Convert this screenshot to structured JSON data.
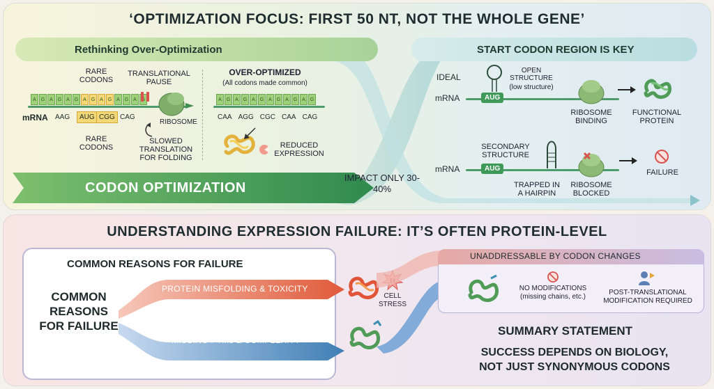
{
  "main_title": "‘OPTIMIZATION FOCUS: FIRST 50 NT, NOT THE WHOLE GENE’",
  "left": {
    "banner": "Rethinking Over-Optimization",
    "rare_codons_top": "RARE CODONS",
    "translational_pause": "TRANSLATIONAL PAUSE",
    "codon_letters": [
      "A",
      "G",
      "A",
      "G",
      "A",
      "G",
      "A",
      "G",
      "A",
      "G",
      "A",
      "G",
      "A",
      "G"
    ],
    "mrna_label": "mRNA",
    "codons": [
      "AAG",
      "AUG",
      "CGG",
      "CAG"
    ],
    "ribosome": "RIBOSOME",
    "rare_codons_bottom": "RARE CODONS",
    "slowed": "SLOWED TRANSLATION FOR FOLDING",
    "over_title": "OVER-OPTIMIZED",
    "over_sub": "(All codons made common)",
    "over_codons": [
      "CAA",
      "AGG",
      "CGC",
      "CAA",
      "CAG"
    ],
    "reduced": "REDUCED EXPRESSION",
    "codon_opt": "CODON OPTIMIZATION",
    "impact": "IMPACT ONLY 30-40%"
  },
  "right": {
    "banner": "START CODON REGION IS KEY",
    "ideal": "IDEAL",
    "open_structure": "OPEN STRUCTURE",
    "low_structure": "(low structure)",
    "mrna": "mRNA",
    "aug": "AUG",
    "ribosome_binding": "RIBOSOME BINDING",
    "functional_protein": "FUNCTIONAL PROTEIN",
    "secondary_structure": "SECONDARY STRUCTURE",
    "trapped": "TRAPPED IN A HAIRPIN",
    "ribosome_blocked": "RIBOSOME BLOCKED",
    "failure": "FAILURE"
  },
  "bottom": {
    "title": "UNDERSTANDING EXPRESSION FAILURE: IT’S OFTEN PROTEIN-LEVEL",
    "box_title": "COMMON REASONS FOR FAILURE",
    "box_left_label": [
      "COMMON",
      "REASONS",
      "FOR FAILURE"
    ],
    "arrow_red": "PROTEIN MISFOLDING & TOXICITY",
    "arrow_blue": "MISSING PTMs & COMPLEXITY",
    "cell_stress": "CELL STRESS",
    "unaddressable": "UNADDRESSABLE BY CODON CHANGES",
    "no_mod": "NO MODIFICATIONS",
    "no_mod_sub": "(missing chains, etc.)",
    "ptm_required": "POST-TRANSLATIONAL MODIFICATION REQUIRED",
    "summary_title": "SUMMARY STATEMENT",
    "summary_line1": "SUCCESS DEPENDS ON BIOLOGY,",
    "summary_line2": "NOT JUST SYNONYMOUS CODONS"
  },
  "colors": {
    "green_dark": "#3e8e4e",
    "blue_dark": "#3f7fb5",
    "red_arrow": "#e05a3a",
    "rare_yellow": "#f4d776"
  }
}
